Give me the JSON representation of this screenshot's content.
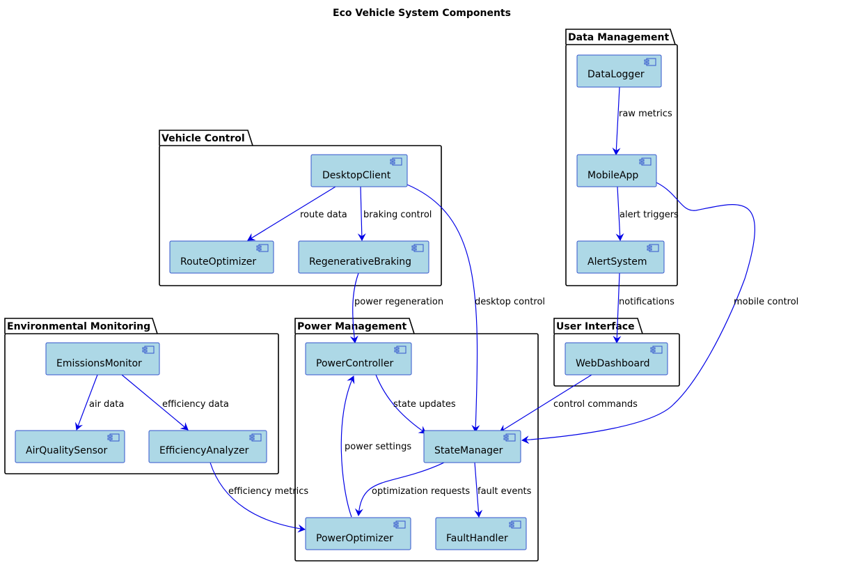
{
  "title": "Eco Vehicle System Components",
  "colors": {
    "component_fill": "#ADD8E6",
    "component_border": "#3355CC",
    "arrow": "#0000E6"
  },
  "packages": {
    "vehicle_control": "Vehicle Control",
    "data_management": "Data Management",
    "environmental_monitoring": "Environmental Monitoring",
    "power_management": "Power Management",
    "user_interface": "User Interface"
  },
  "components": {
    "desktop_client": "DesktopClient",
    "route_optimizer": "RouteOptimizer",
    "regenerative_braking": "RegenerativeBraking",
    "data_logger": "DataLogger",
    "mobile_app": "MobileApp",
    "alert_system": "AlertSystem",
    "emissions_monitor": "EmissionsMonitor",
    "air_quality_sensor": "AirQualitySensor",
    "efficiency_analyzer": "EfficiencyAnalyzer",
    "power_controller": "PowerController",
    "state_manager": "StateManager",
    "power_optimizer": "PowerOptimizer",
    "fault_handler": "FaultHandler",
    "web_dashboard": "WebDashboard"
  },
  "edges": {
    "route_data": "route data",
    "braking_control": "braking control",
    "desktop_control": "desktop control",
    "raw_metrics": "raw metrics",
    "alert_triggers": "alert triggers",
    "mobile_control": "mobile control",
    "notifications": "notifications",
    "power_regeneration": "power regeneration",
    "air_data": "air data",
    "efficiency_data": "efficiency data",
    "efficiency_metrics": "efficiency metrics",
    "state_updates": "state updates",
    "power_settings": "power settings",
    "optimization_requests": "optimization requests",
    "fault_events": "fault events",
    "control_commands": "control commands"
  }
}
